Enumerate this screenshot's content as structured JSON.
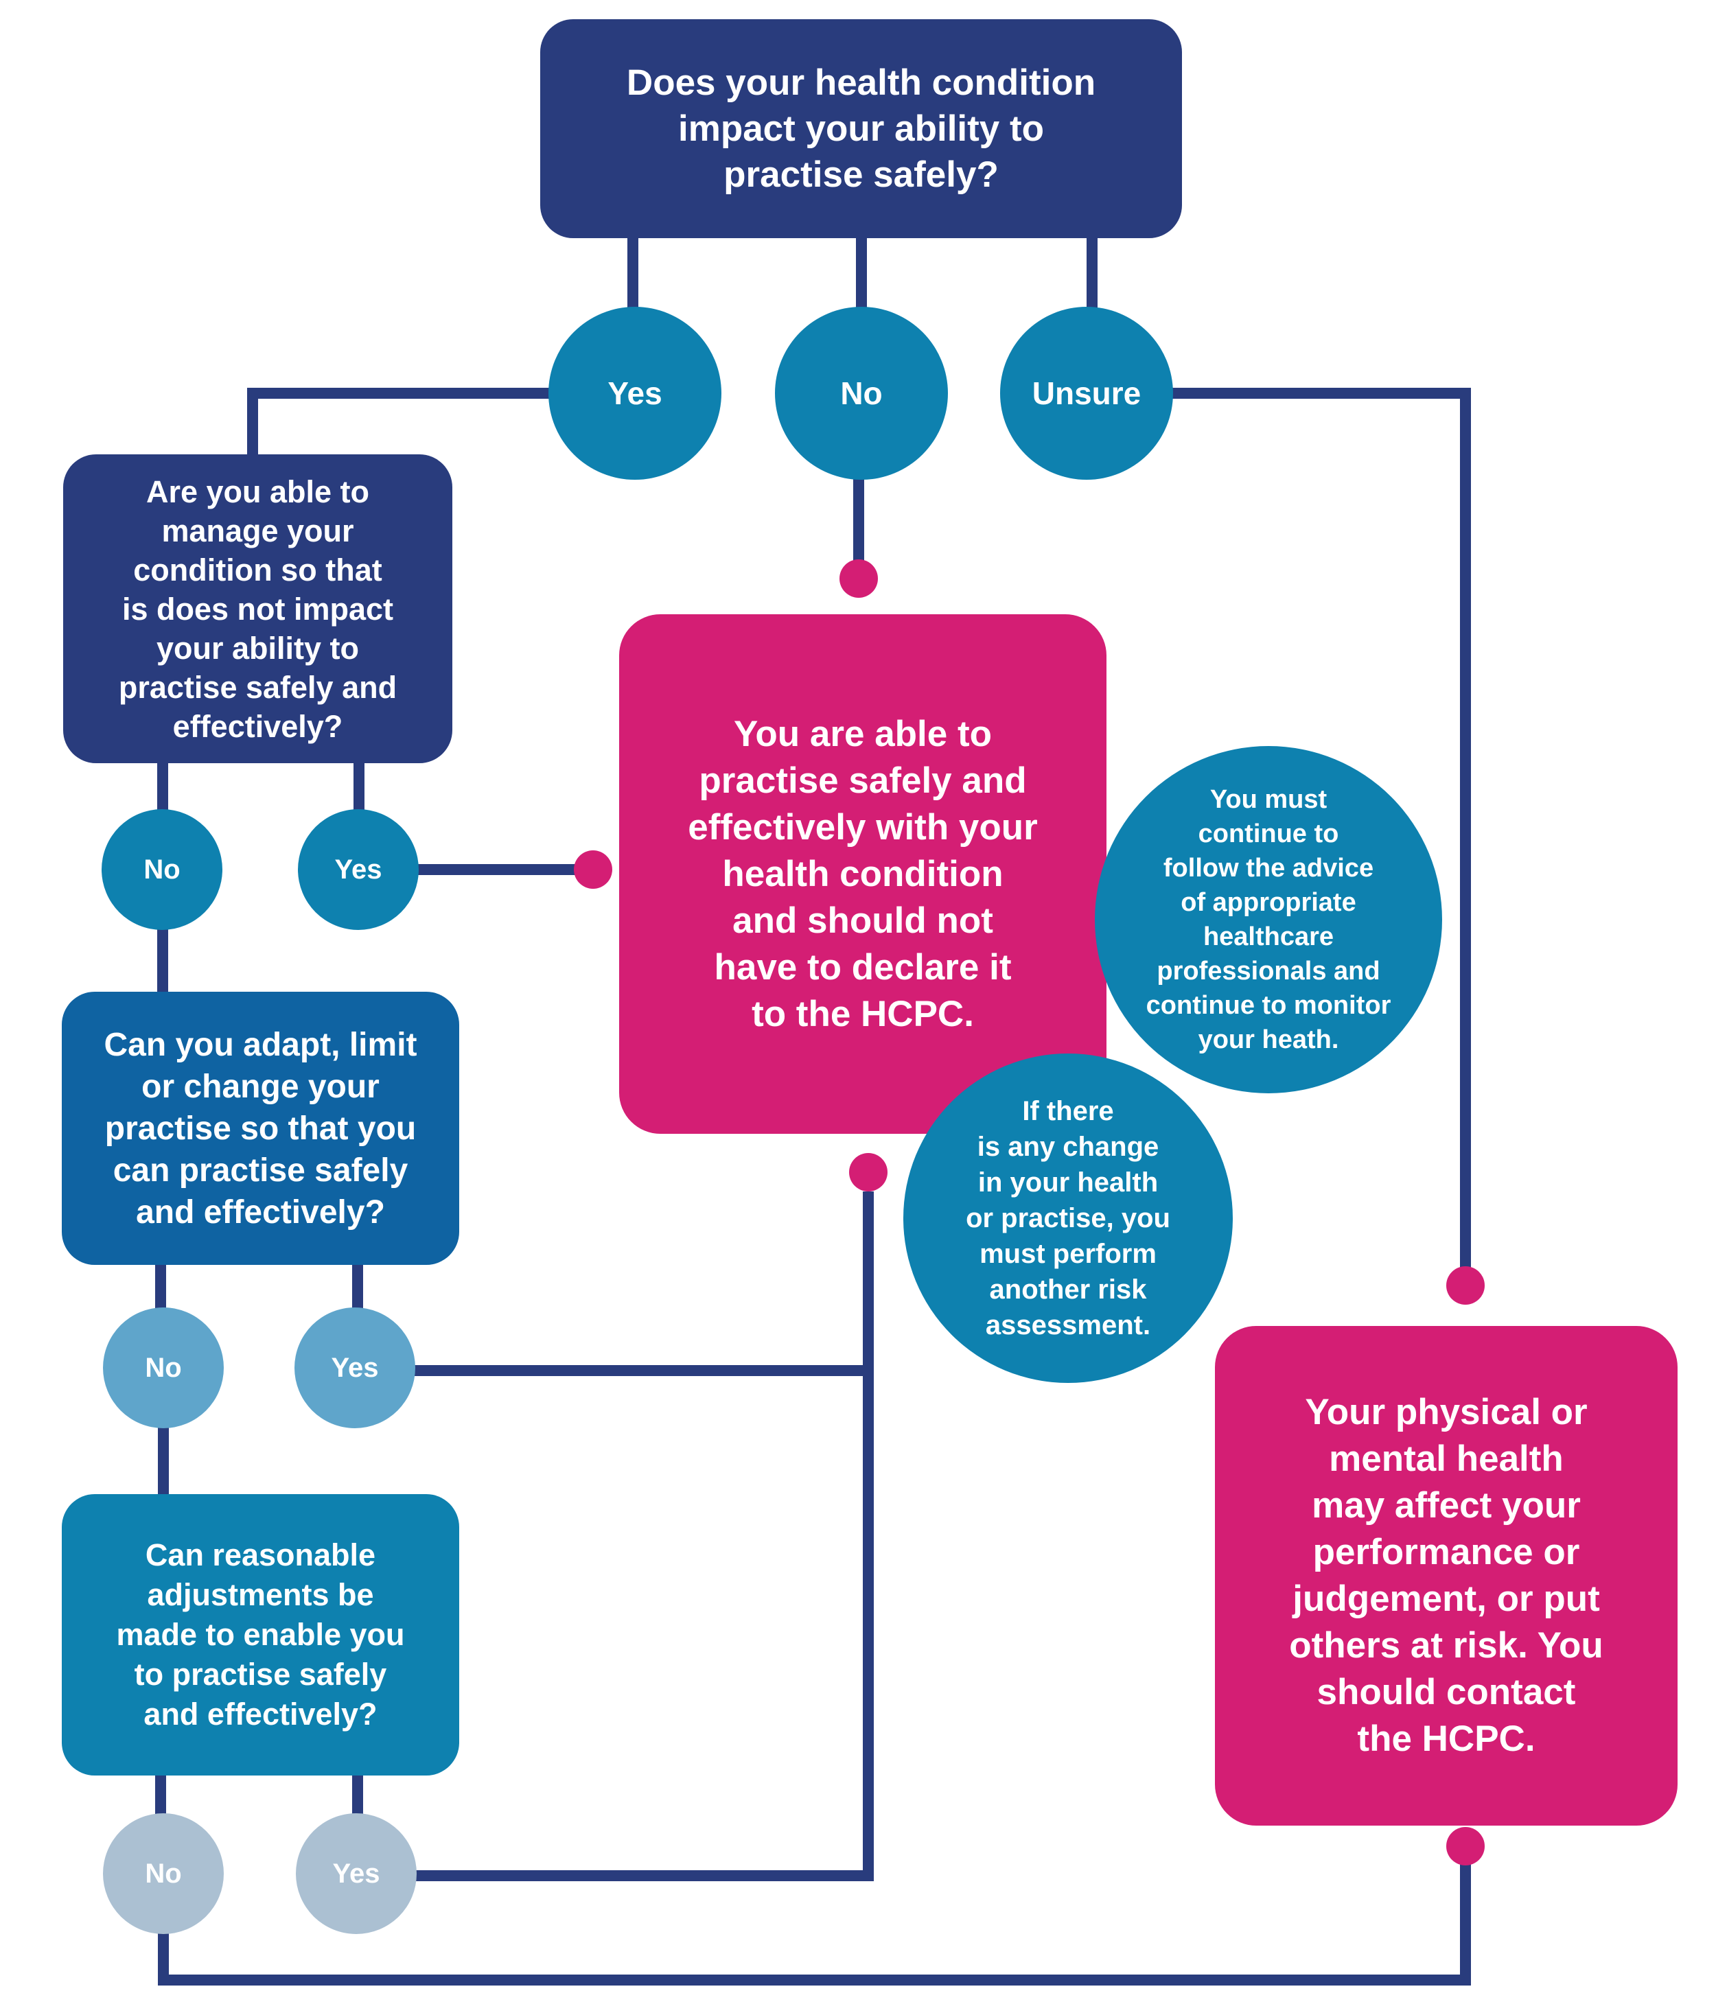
{
  "colors": {
    "navy": "#293c7d",
    "blue": "#0f63a2",
    "teal": "#0e81af",
    "light_blue": "#5fa5cb",
    "gray_blue": "#abc0d2",
    "pink": "#d41e74",
    "text": "#ffffff",
    "background": "#ffffff"
  },
  "flowchart": {
    "q1": {
      "text": "Does your health condition\nimpact your ability to\npractise safely?"
    },
    "q1_options": {
      "yes": "Yes",
      "no": "No",
      "unsure": "Unsure"
    },
    "q2": {
      "text": "Are you able to\nmanage your\ncondition so that\nis does not impact\nyour ability to\npractise safely and\neffectively?"
    },
    "q2_options": {
      "no": "No",
      "yes": "Yes"
    },
    "q3": {
      "text": "Can you adapt, limit\nor change your\npractise so that you\ncan practise safely\nand effectively?"
    },
    "q3_options": {
      "no": "No",
      "yes": "Yes"
    },
    "q4": {
      "text": "Can reasonable\nadjustments be\nmade to enable you\nto practise safely\nand effectively?"
    },
    "q4_options": {
      "no": "No",
      "yes": "Yes"
    },
    "outcome_no_declare": {
      "text": "You are able to\npractise safely and\neffectively with your\nhealth condition\nand should not\nhave to declare it\nto the HCPC."
    },
    "note_follow_advice": {
      "text": "You must\ncontinue to\nfollow the advice\nof appropriate\nhealthcare\nprofessionals and\ncontinue to monitor\nyour heath."
    },
    "note_risk_assessment": {
      "text": "If there\nis any change\nin your health\nor practise, you\nmust perform\nanother risk\nassessment."
    },
    "outcome_contact_hcpc": {
      "text": "Your physical or\nmental health\nmay affect your\nperformance or\njudgement, or put\nothers at risk. You\nshould contact\nthe HCPC."
    }
  }
}
